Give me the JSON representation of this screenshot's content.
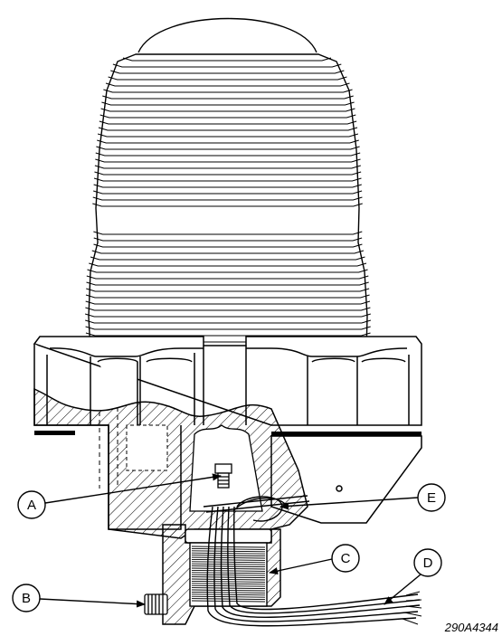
{
  "figure": {
    "id": "290A4344",
    "callouts": {
      "a": "A",
      "b": "B",
      "c": "C",
      "d": "D",
      "e": "E"
    }
  },
  "colors": {
    "line": "#000000",
    "background": "#ffffff"
  }
}
